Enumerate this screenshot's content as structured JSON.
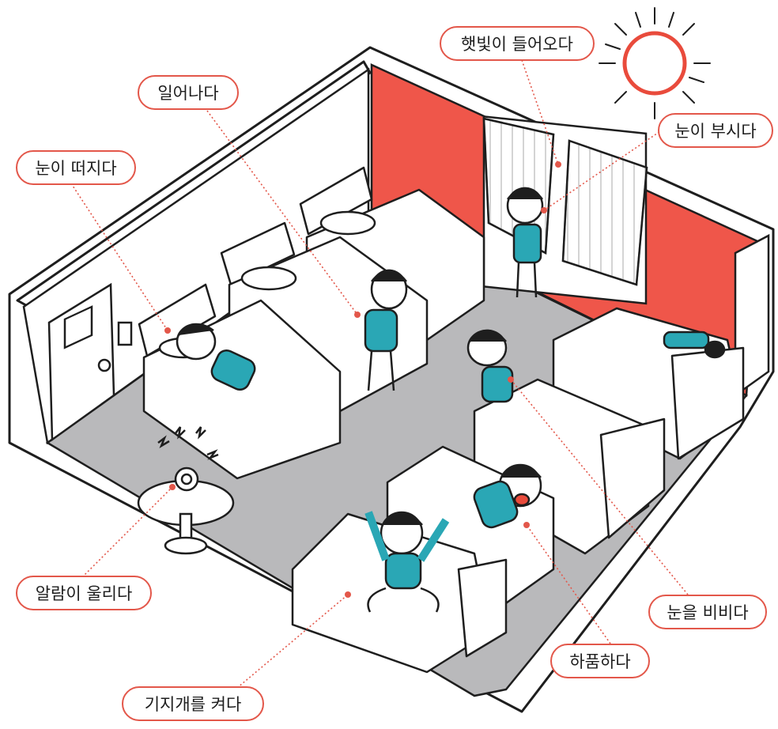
{
  "colors": {
    "accent": "#e3574a",
    "wall": "#ef564a",
    "floor": "#b9b9bb",
    "shirt": "#2aa7b5",
    "outline": "#1e1e1e",
    "sun": "#e94b3c"
  },
  "labels": {
    "wake_eyes": "눈이 떠지다",
    "get_up": "일어나다",
    "sunlight": "햇빛이 들어오다",
    "dazzling": "눈이 부시다",
    "alarm": "알람이 울리다",
    "rub_eyes": "눈을 비비다",
    "yawn": "하품하다",
    "stretch": "기지개를 켜다"
  }
}
